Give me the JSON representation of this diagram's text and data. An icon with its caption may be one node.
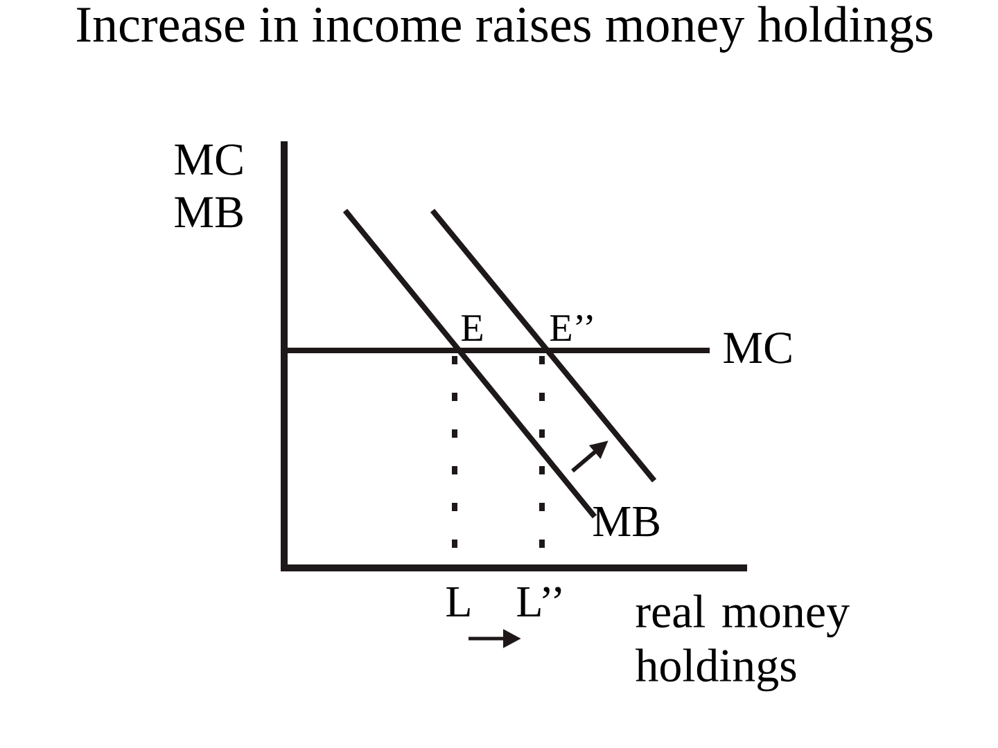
{
  "diagram": {
    "title": "Increase in income raises money holdings",
    "labels": [
      "MC MB",
      "E",
      "E’’",
      "MC",
      "MB",
      "L",
      "L’’",
      "real money holdings"
    ]
  }
}
